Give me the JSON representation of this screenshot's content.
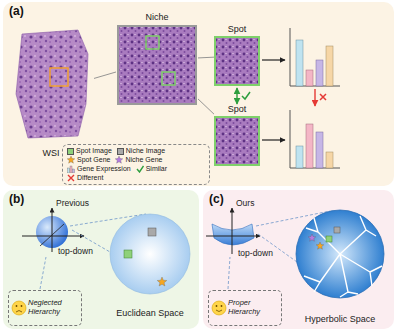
{
  "diagram": {
    "nodes": [
      {
        "text": [
          "(a)"
        ]
      },
      {
        "text": [
          "WSI"
        ],
        "in": 0
      },
      {
        "text": [
          "Niche"
        ],
        "in": 0
      },
      {
        "text": [
          "Spot"
        ],
        "in": 0
      },
      {
        "text": [
          "Spot"
        ],
        "in": 0
      },
      {
        "text": [
          "(b)"
        ]
      },
      {
        "text": [
          "Neglected Hierarchy"
        ],
        "in": 5
      },
      {
        "text": [
          "Euclidean Space"
        ],
        "in": 5
      },
      {
        "text": [
          "(c)"
        ]
      },
      {
        "text": [
          "Proper Hierarchy"
        ],
        "in": 8
      },
      {
        "text": [
          "Hyperbolic Space"
        ],
        "in": 8
      }
    ],
    "edges": [
      {
        "from": 1,
        "to": 2,
        "arrow": "none"
      },
      {
        "from": 2,
        "to": 3,
        "arrow": "none"
      },
      {
        "from": 2,
        "to": 4,
        "arrow": "none"
      },
      {
        "from": 3,
        "to": 4,
        "arrow": "both"
      }
    ],
    "labels": [
      "Previous",
      "top-down",
      "Ours",
      "top-down"
    ],
    "legend": [
      {
        "text": "Spot Image",
        "color": "#8fd17a"
      },
      {
        "text": "Niche Image",
        "color": "#a9a9a9"
      },
      {
        "text": "Spot Gene"
      },
      {
        "text": "Niche Gene"
      },
      {
        "text": "Gene Expression"
      },
      {
        "text": "Similar"
      },
      {
        "text": "Different"
      }
    ]
  }
}
